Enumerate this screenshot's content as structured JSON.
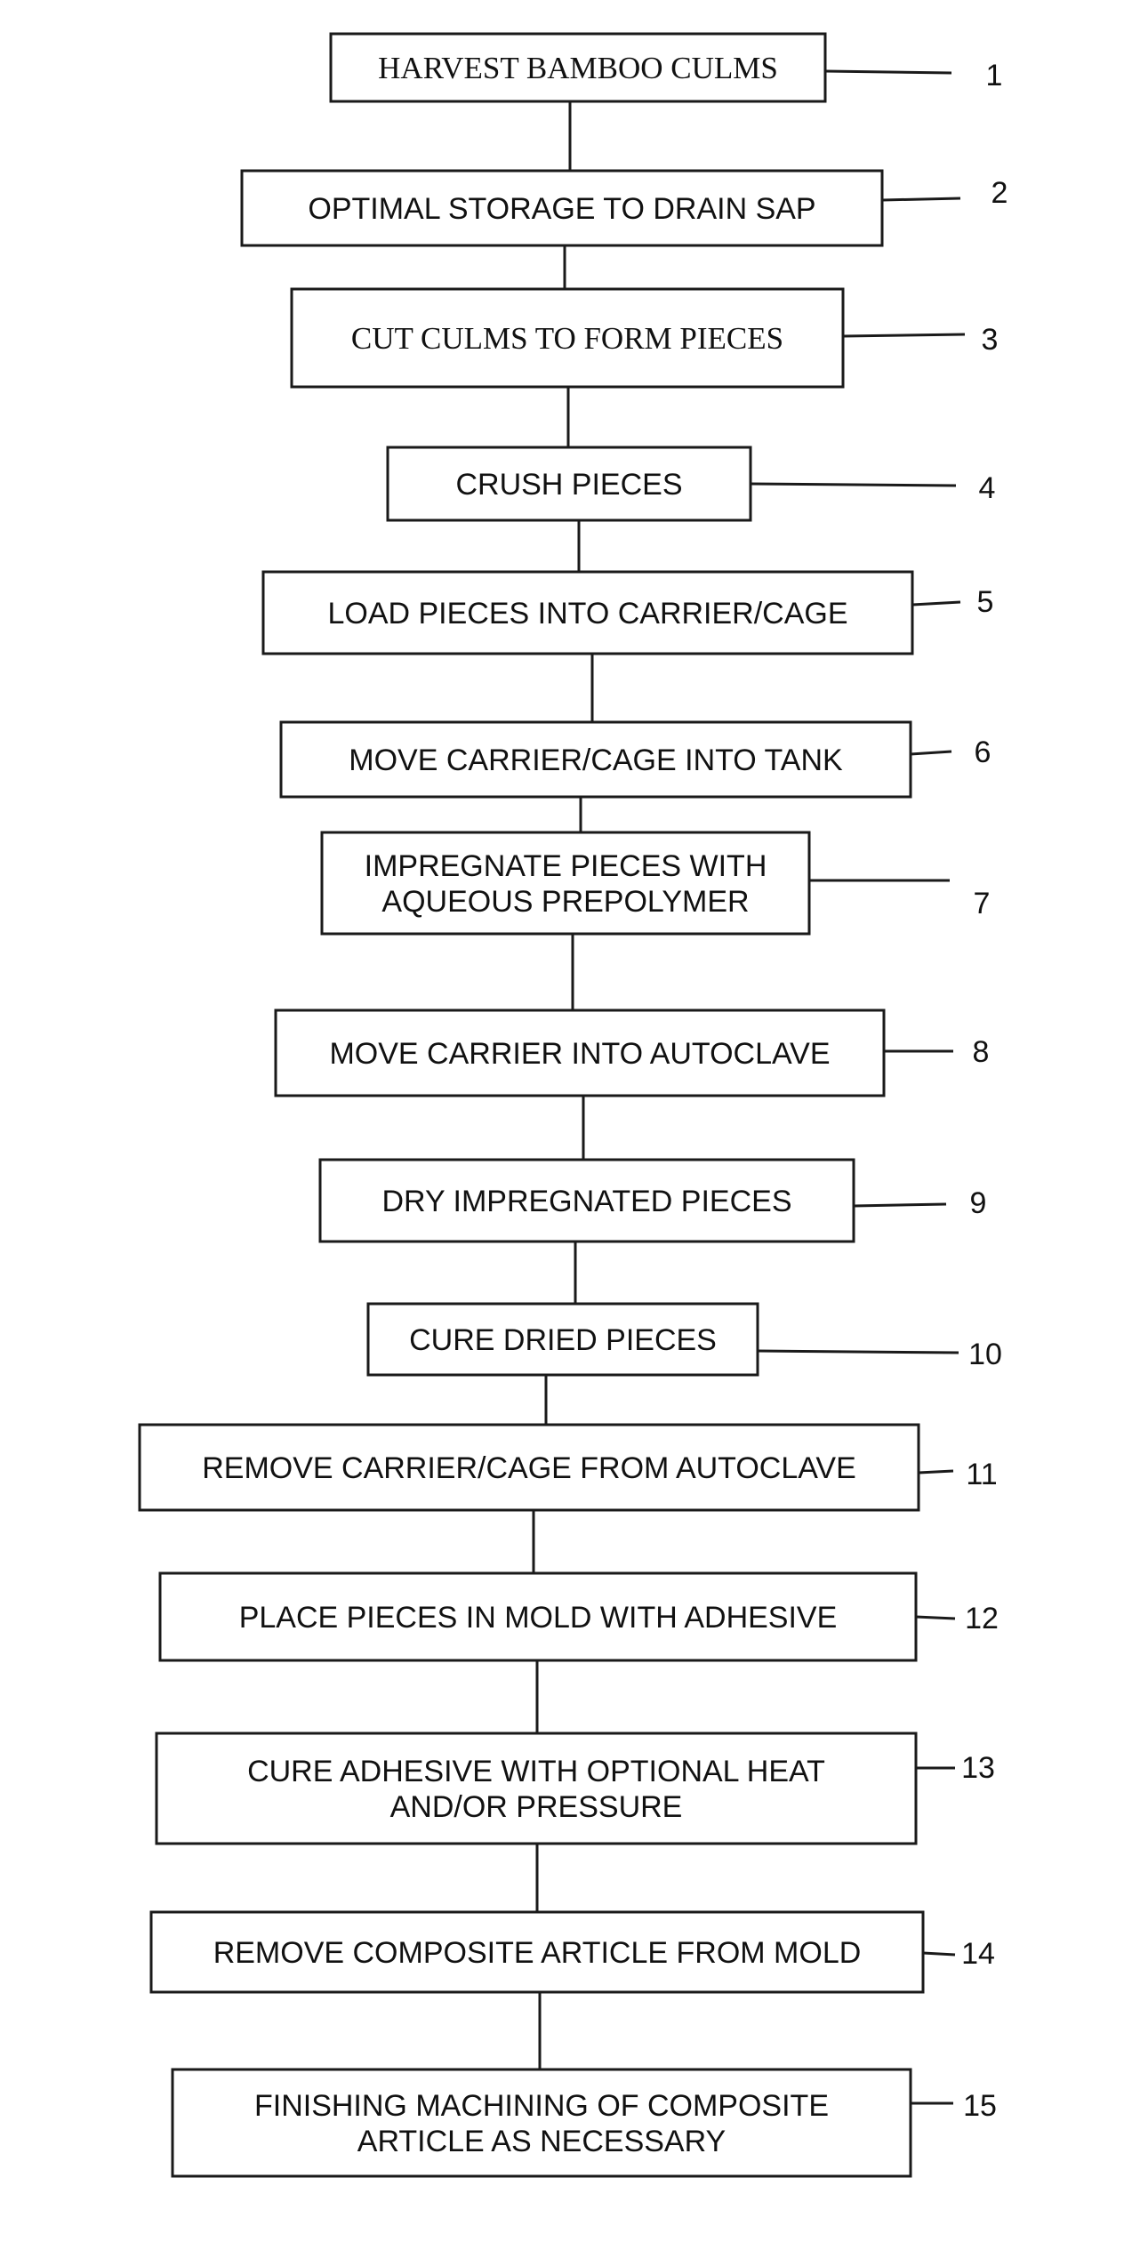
{
  "steps": [
    {
      "ref": "1",
      "lines": [
        "HARVEST BAMBOO CULMS"
      ]
    },
    {
      "ref": "2",
      "lines": [
        "OPTIMAL STORAGE TO DRAIN SAP"
      ]
    },
    {
      "ref": "3",
      "lines": [
        "CUT CULMS TO FORM PIECES"
      ]
    },
    {
      "ref": "4",
      "lines": [
        "CRUSH PIECES"
      ]
    },
    {
      "ref": "5",
      "lines": [
        "LOAD PIECES INTO CARRIER/CAGE"
      ]
    },
    {
      "ref": "6",
      "lines": [
        "MOVE CARRIER/CAGE INTO TANK"
      ]
    },
    {
      "ref": "7",
      "lines": [
        "IMPREGNATE PIECES WITH",
        "AQUEOUS PREPOLYMER"
      ]
    },
    {
      "ref": "8",
      "lines": [
        "MOVE CARRIER INTO AUTOCLAVE"
      ]
    },
    {
      "ref": "9",
      "lines": [
        "DRY IMPREGNATED PIECES"
      ]
    },
    {
      "ref": "10",
      "lines": [
        "CURE DRIED PIECES"
      ]
    },
    {
      "ref": "11",
      "lines": [
        "REMOVE CARRIER/CAGE FROM AUTOCLAVE"
      ]
    },
    {
      "ref": "12",
      "lines": [
        "PLACE PIECES IN MOLD WITH ADHESIVE"
      ]
    },
    {
      "ref": "13",
      "lines": [
        "CURE ADHESIVE WITH OPTIONAL HEAT",
        "AND/OR PRESSURE"
      ]
    },
    {
      "ref": "14",
      "lines": [
        "REMOVE COMPOSITE ARTICLE FROM MOLD"
      ]
    },
    {
      "ref": "15",
      "lines": [
        "FINISHING MACHINING OF COMPOSITE",
        "ARTICLE AS NECESSARY"
      ]
    }
  ]
}
